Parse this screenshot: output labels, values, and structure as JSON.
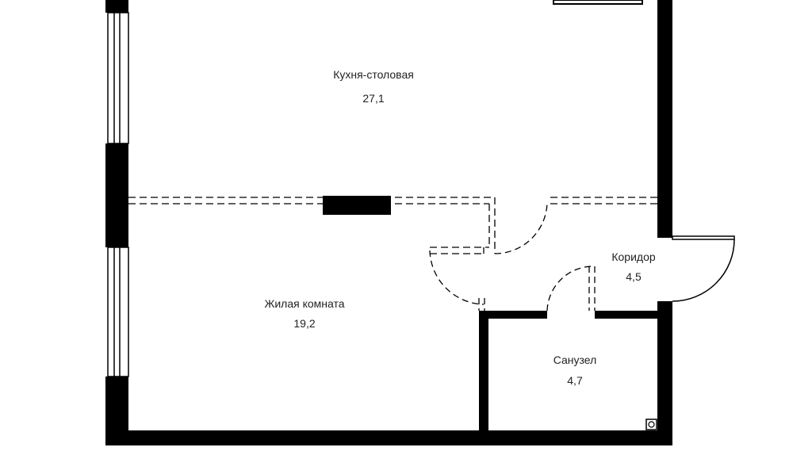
{
  "rooms": {
    "kitchen": {
      "name": "Кухня-столовая",
      "area": "27,1"
    },
    "living": {
      "name": "Жилая комната",
      "area": "19,2"
    },
    "corridor": {
      "name": "Коридор",
      "area": "4,5"
    },
    "bathroom": {
      "name": "Санузел",
      "area": "4,7"
    }
  },
  "colors": {
    "wall": "#000000",
    "background": "#ffffff",
    "text": "#222222"
  }
}
